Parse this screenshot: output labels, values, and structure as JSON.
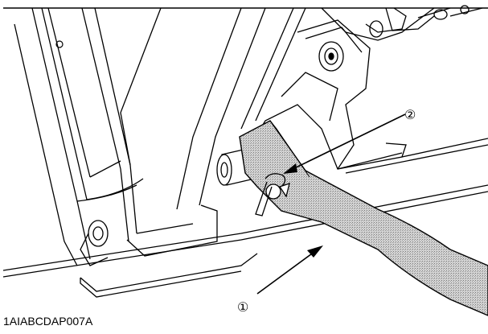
{
  "callouts": [
    {
      "number": "1",
      "text": "①"
    },
    {
      "number": "2",
      "text": "②"
    }
  ],
  "figure_id": "1AIABCDAP007A",
  "colors": {
    "line": "#000000",
    "part_fill": "#c8c8c8",
    "background": "#ffffff"
  }
}
